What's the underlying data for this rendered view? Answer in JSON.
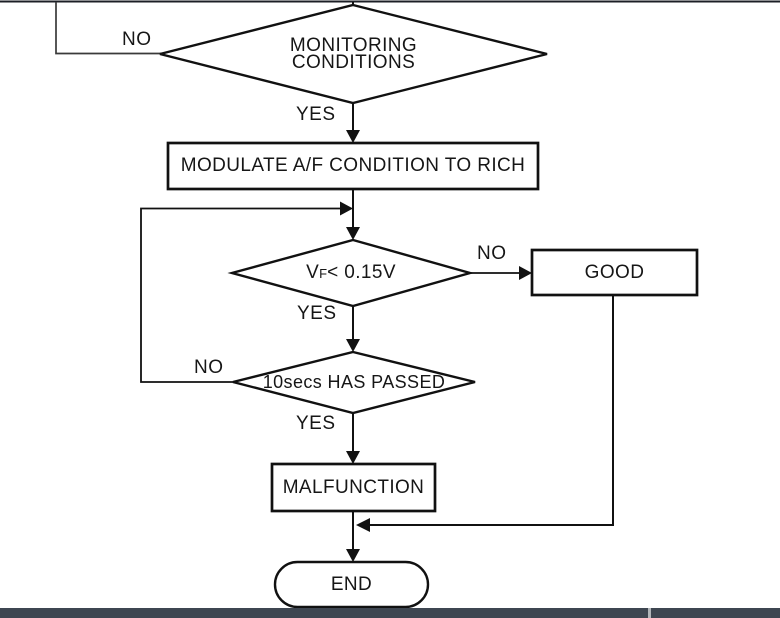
{
  "flowchart": {
    "monitoring": {
      "line1": "MONITORING",
      "line2": "CONDITIONS",
      "no": "NO",
      "yes": "YES"
    },
    "modulate": {
      "label": "MODULATE A/F CONDITION TO RICH"
    },
    "vf": {
      "v": "V",
      "sub": "F",
      "rest": " < 0.15V",
      "no": "NO",
      "yes": "YES"
    },
    "good": {
      "label": "GOOD"
    },
    "timer": {
      "label": "10secs HAS PASSED",
      "no": "NO",
      "yes": "YES"
    },
    "malfunction": {
      "label": "MALFUNCTION"
    },
    "end": {
      "label": "END"
    }
  },
  "colors": {
    "diagram_line": "#111111",
    "top_frame_line": "#1c1f26",
    "bottom_bar": "#3e4651",
    "bar_divider": "#b2b6ba",
    "background": "#ffffff"
  }
}
